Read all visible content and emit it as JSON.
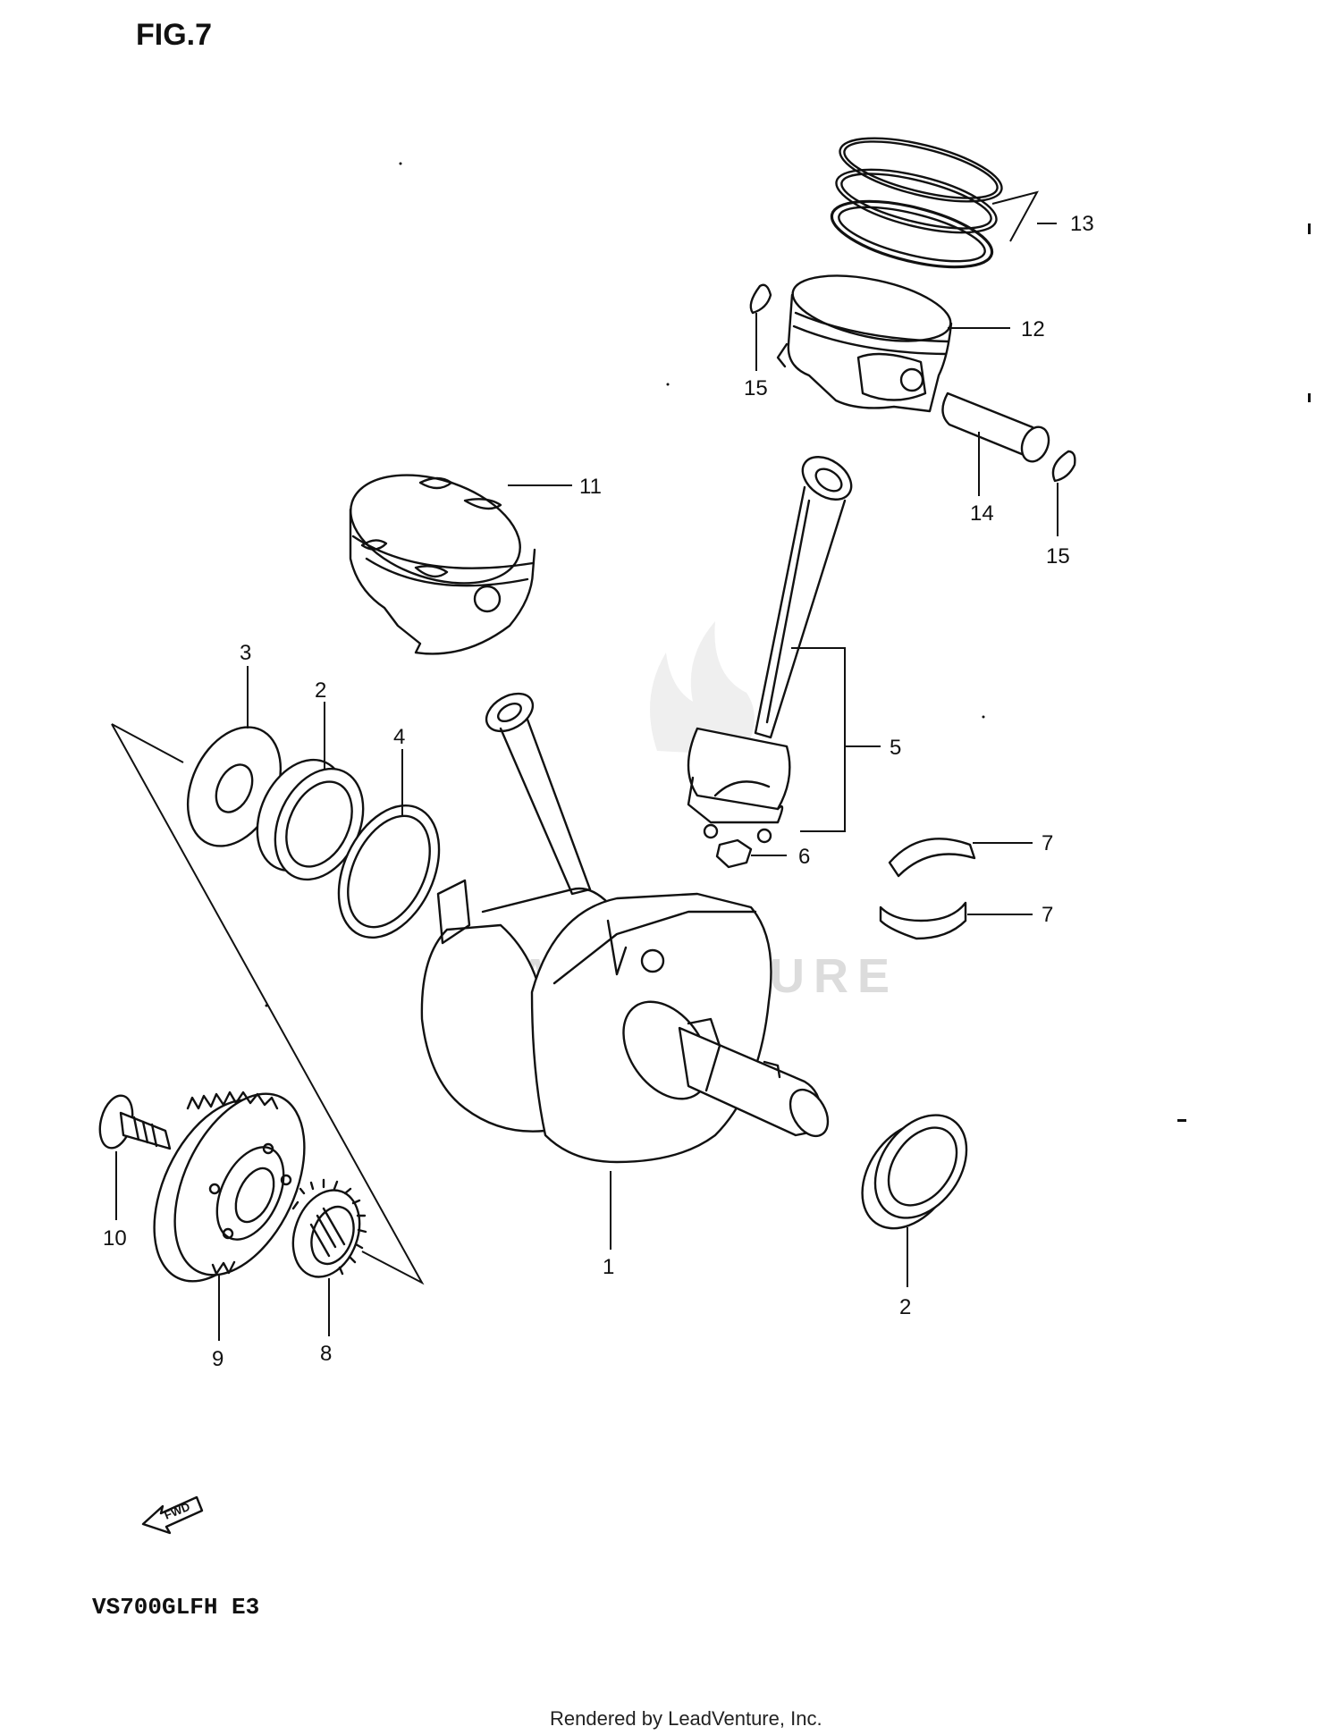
{
  "figure": {
    "title": "FIG.7",
    "model": "VS700GLFH  E3"
  },
  "watermark": {
    "text": "LEADVENTURE"
  },
  "footer": {
    "text": "Rendered by LeadVenture, Inc."
  },
  "fwd_arrow": {
    "label": "FWD"
  },
  "callouts": {
    "c1": "1",
    "c2a": "2",
    "c2b": "2",
    "c3": "3",
    "c4": "4",
    "c5": "5",
    "c6": "6",
    "c7a": "7",
    "c7b": "7",
    "c8": "8",
    "c9": "9",
    "c10": "10",
    "c11": "11",
    "c12": "12",
    "c13": "13",
    "c14": "14",
    "c15a": "15",
    "c15b": "15"
  }
}
